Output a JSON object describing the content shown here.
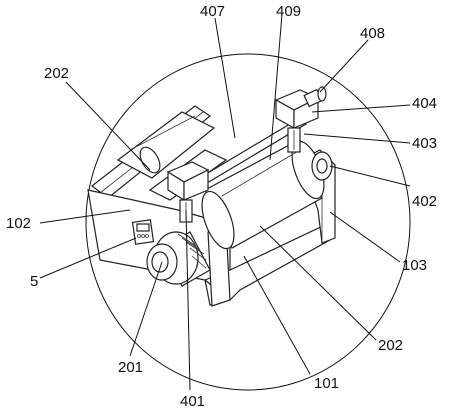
{
  "figure": {
    "labels": [
      {
        "id": "l407",
        "text": "407"
      },
      {
        "id": "l409",
        "text": "409"
      },
      {
        "id": "l408",
        "text": "408"
      },
      {
        "id": "l202a",
        "text": "202"
      },
      {
        "id": "l404",
        "text": "404"
      },
      {
        "id": "l403",
        "text": "403"
      },
      {
        "id": "l402",
        "text": "402"
      },
      {
        "id": "l102",
        "text": "102"
      },
      {
        "id": "l103",
        "text": "103"
      },
      {
        "id": "l5",
        "text": "5"
      },
      {
        "id": "l202b",
        "text": "202"
      },
      {
        "id": "l201",
        "text": "201"
      },
      {
        "id": "l401",
        "text": "401"
      },
      {
        "id": "l101",
        "text": "101"
      }
    ]
  }
}
